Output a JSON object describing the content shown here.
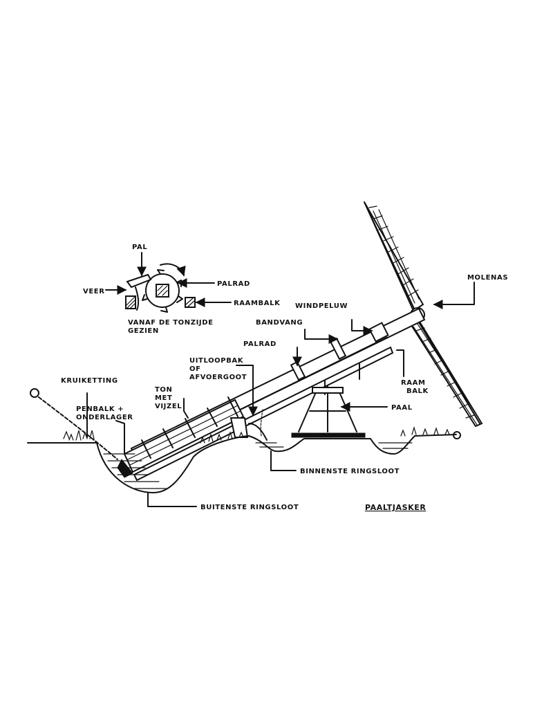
{
  "title": "PAALTJASKER",
  "labels": {
    "pal": "PAL",
    "veer": "VEER",
    "palrad_detail": "PALRAD",
    "raambalk_detail": "RAAMBALK",
    "caption_line1": "VANAF DE TONZIJDE",
    "caption_line2": "GEZIEN",
    "molenas": "MOLENAS",
    "windpeluw": "WINDPELUW",
    "bandvang": "BANDVANG",
    "palrad": "PALRAD",
    "uitloopbak_line1": "UITLOOPBAK",
    "uitloopbak_line2": "OF",
    "uitloopbak_line3": "AFVOERGOOT",
    "ton_line1": "TON",
    "ton_line2": "MET",
    "ton_line3": "VIJZEL",
    "kruiketting": "KRUIKETTING",
    "penbalk_line1": "PENBALK +",
    "penbalk_line2": "ONDERLAGER",
    "raambalk_line1": "RAAM",
    "raambalk_line2": "BALK",
    "paal": "PAAL",
    "binnenste_ringsloot": "BINNENSTE RINGSLOOT",
    "buitenste_ringsloot": "BUITENSTE RINGSLOOT"
  }
}
